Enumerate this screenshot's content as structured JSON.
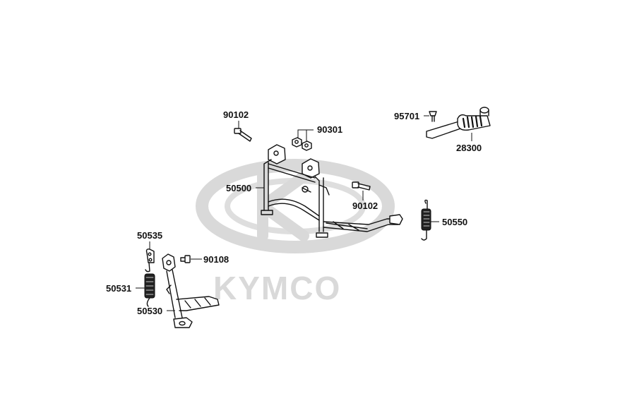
{
  "watermark": {
    "brand": "KYMCO",
    "color": "#d9d9d9"
  },
  "parts": [
    {
      "id": "90102-top",
      "number": "90102"
    },
    {
      "id": "90301",
      "number": "90301"
    },
    {
      "id": "95701",
      "number": "95701"
    },
    {
      "id": "28300",
      "number": "28300"
    },
    {
      "id": "50500",
      "number": "50500"
    },
    {
      "id": "90102-mid",
      "number": "90102"
    },
    {
      "id": "50550",
      "number": "50550"
    },
    {
      "id": "50535",
      "number": "50535"
    },
    {
      "id": "90108",
      "number": "90108"
    },
    {
      "id": "50531",
      "number": "50531"
    },
    {
      "id": "50530",
      "number": "50530"
    }
  ],
  "colors": {
    "line": "#111111",
    "background": "#ffffff"
  }
}
